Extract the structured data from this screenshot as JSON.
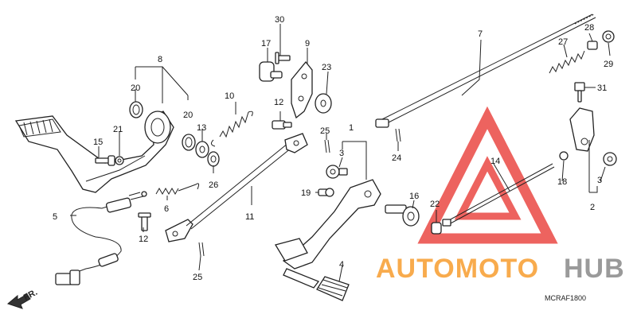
{
  "diagram": {
    "callouts": [
      {
        "id": "c1",
        "label": "1"
      },
      {
        "id": "c2",
        "label": "2"
      },
      {
        "id": "c3a",
        "label": "3"
      },
      {
        "id": "c3b",
        "label": "3"
      },
      {
        "id": "c4",
        "label": "4"
      },
      {
        "id": "c5",
        "label": "5"
      },
      {
        "id": "c6",
        "label": "6"
      },
      {
        "id": "c7",
        "label": "7"
      },
      {
        "id": "c8",
        "label": "8"
      },
      {
        "id": "c9",
        "label": "9"
      },
      {
        "id": "c10",
        "label": "10"
      },
      {
        "id": "c11",
        "label": "11"
      },
      {
        "id": "c12a",
        "label": "12"
      },
      {
        "id": "c12b",
        "label": "12"
      },
      {
        "id": "c13",
        "label": "13"
      },
      {
        "id": "c14",
        "label": "14"
      },
      {
        "id": "c15",
        "label": "15"
      },
      {
        "id": "c16",
        "label": "16"
      },
      {
        "id": "c17",
        "label": "17"
      },
      {
        "id": "c18",
        "label": "18"
      },
      {
        "id": "c19",
        "label": "19"
      },
      {
        "id": "c20a",
        "label": "20"
      },
      {
        "id": "c20b",
        "label": "20"
      },
      {
        "id": "c21",
        "label": "21"
      },
      {
        "id": "c22",
        "label": "22"
      },
      {
        "id": "c23",
        "label": "23"
      },
      {
        "id": "c24",
        "label": "24"
      },
      {
        "id": "c25a",
        "label": "25"
      },
      {
        "id": "c25b",
        "label": "25"
      },
      {
        "id": "c26",
        "label": "26"
      },
      {
        "id": "c27",
        "label": "27"
      },
      {
        "id": "c28",
        "label": "28"
      },
      {
        "id": "c29",
        "label": "29"
      },
      {
        "id": "c30",
        "label": "30"
      },
      {
        "id": "c31",
        "label": "31"
      }
    ],
    "diagram_code": "MCRAF1800",
    "direction_label": "FR.",
    "watermark": {
      "prefix": "AUTOMOTO",
      "suffix": "HUB",
      "prefix_color": "#f7a23a",
      "suffix_color": "#9a9a9a",
      "triangle_color": "#e8302a"
    }
  }
}
